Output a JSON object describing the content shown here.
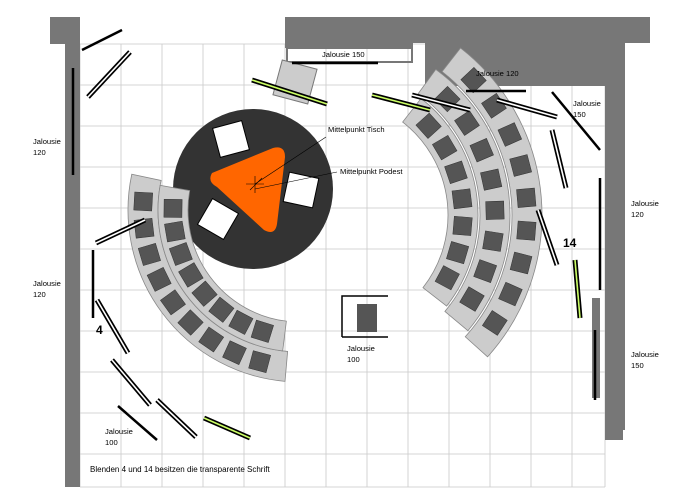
{
  "labels": {
    "jalousie_150_top": "Jalousie 150",
    "jalousie_120_top": "Jalousie 120",
    "jalousie_120_left_1": "Jalousie",
    "jalousie_120_left_2": "120",
    "jalousie_120_leftlow_1": "Jalousie",
    "jalousie_120_leftlow_2": "120",
    "jalousie_150_right_1": "Jalousie",
    "jalousie_150_right_2": "150",
    "jalousie_120_right_1": "Jalousie",
    "jalousie_120_right_2": "120",
    "jalousie_150_rightlow_1": "Jalousie",
    "jalousie_150_rightlow_2": "150",
    "jalousie_100_mid_1": "Jalousie",
    "jalousie_100_mid_2": "100",
    "jalousie_100_bottom_1": "Jalousie",
    "jalousie_100_bottom_2": "100",
    "mittelpunkt_tisch": "Mittelpunkt Tisch",
    "mittelpunkt_podest": "Mittelpunkt Podest",
    "blende_4": "4",
    "blende_14": "14",
    "footer_note": "Blenden 4 und 14 besitzen die transparente Schrift"
  },
  "colors": {
    "wall": "#777777",
    "grid": "#c8c8c8",
    "platform": "#333333",
    "triangle": "#ff6600",
    "seat_row": "#cccccc",
    "seat": "#555555",
    "highlight": "#ccff66"
  }
}
